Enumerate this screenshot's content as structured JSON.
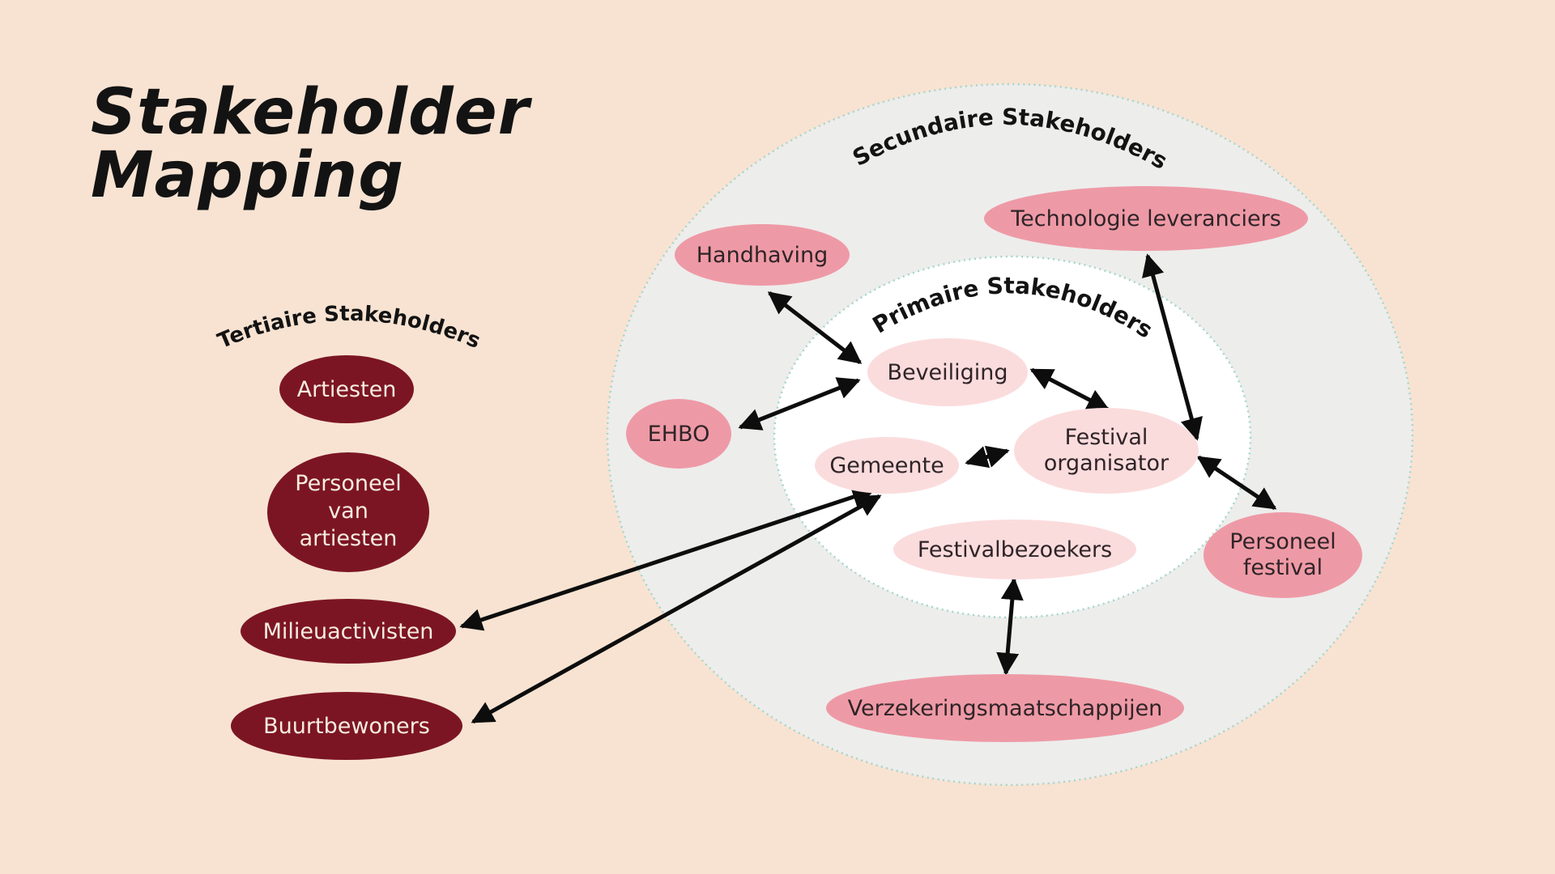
{
  "title": {
    "line1": "Stakeholder",
    "line2": "Mapping"
  },
  "zones": {
    "tertiary": "Tertiaire Stakeholders",
    "secondary": "Secundaire Stakeholders",
    "primary": "Primaire Stakeholders"
  },
  "nodes": {
    "tertiary": [
      {
        "id": "artiesten",
        "lines": [
          "Artiesten"
        ]
      },
      {
        "id": "personeel-van-artiesten",
        "lines": [
          "Personeel",
          "van",
          "artiesten"
        ]
      },
      {
        "id": "milieuactivisten",
        "lines": [
          "Milieuactivisten"
        ]
      },
      {
        "id": "buurtbewoners",
        "lines": [
          "Buurtbewoners"
        ]
      }
    ],
    "secondary": [
      {
        "id": "handhaving",
        "lines": [
          "Handhaving"
        ]
      },
      {
        "id": "ehbo",
        "lines": [
          "EHBO"
        ]
      },
      {
        "id": "technologie-leveranciers",
        "lines": [
          "Technologie leveranciers"
        ]
      },
      {
        "id": "personeel-festival",
        "lines": [
          "Personeel",
          "festival"
        ]
      },
      {
        "id": "verzekeringsmaatschappijen",
        "lines": [
          "Verzekeringsmaatschappijen"
        ]
      }
    ],
    "primary": [
      {
        "id": "beveiliging",
        "lines": [
          "Beveiliging"
        ]
      },
      {
        "id": "gemeente",
        "lines": [
          "Gemeente"
        ]
      },
      {
        "id": "festival-organisator",
        "lines": [
          "Festival",
          "organisator"
        ]
      },
      {
        "id": "festivalbezoekers",
        "lines": [
          "Festivalbezoekers"
        ]
      }
    ]
  },
  "edges": [
    {
      "from": "Handhaving",
      "to": "Beveiliging",
      "bidirectional": true
    },
    {
      "from": "EHBO",
      "to": "Beveiliging",
      "bidirectional": true
    },
    {
      "from": "Beveiliging",
      "to": "Festival organisator",
      "bidirectional": true
    },
    {
      "from": "Gemeente",
      "to": "Festival organisator",
      "bidirectional": true
    },
    {
      "from": "Festival organisator",
      "to": "Technologie leveranciers",
      "bidirectional": true
    },
    {
      "from": "Festival organisator",
      "to": "Personeel festival",
      "bidirectional": true
    },
    {
      "from": "Festivalbezoekers",
      "to": "Verzekeringsmaatschappijen",
      "bidirectional": true
    },
    {
      "from": "Gemeente",
      "to": "Milieuactivisten",
      "bidirectional": true
    },
    {
      "from": "Gemeente",
      "to": "Buurtbewoners",
      "bidirectional": true
    }
  ],
  "colors": {
    "background": "#f8e3d2",
    "outer_zone_fill": "#ededec",
    "inner_zone_fill": "#ffffff",
    "zone_border": "#a5d6cc",
    "tertiary_node": "#7c1523",
    "secondary_node": "#ee9aa6",
    "primary_node": "#fbdcdd",
    "tertiary_text": "#f6ece1",
    "node_text": "#2f2428",
    "arrow": "#0d0d0d",
    "title_text": "#131313"
  }
}
